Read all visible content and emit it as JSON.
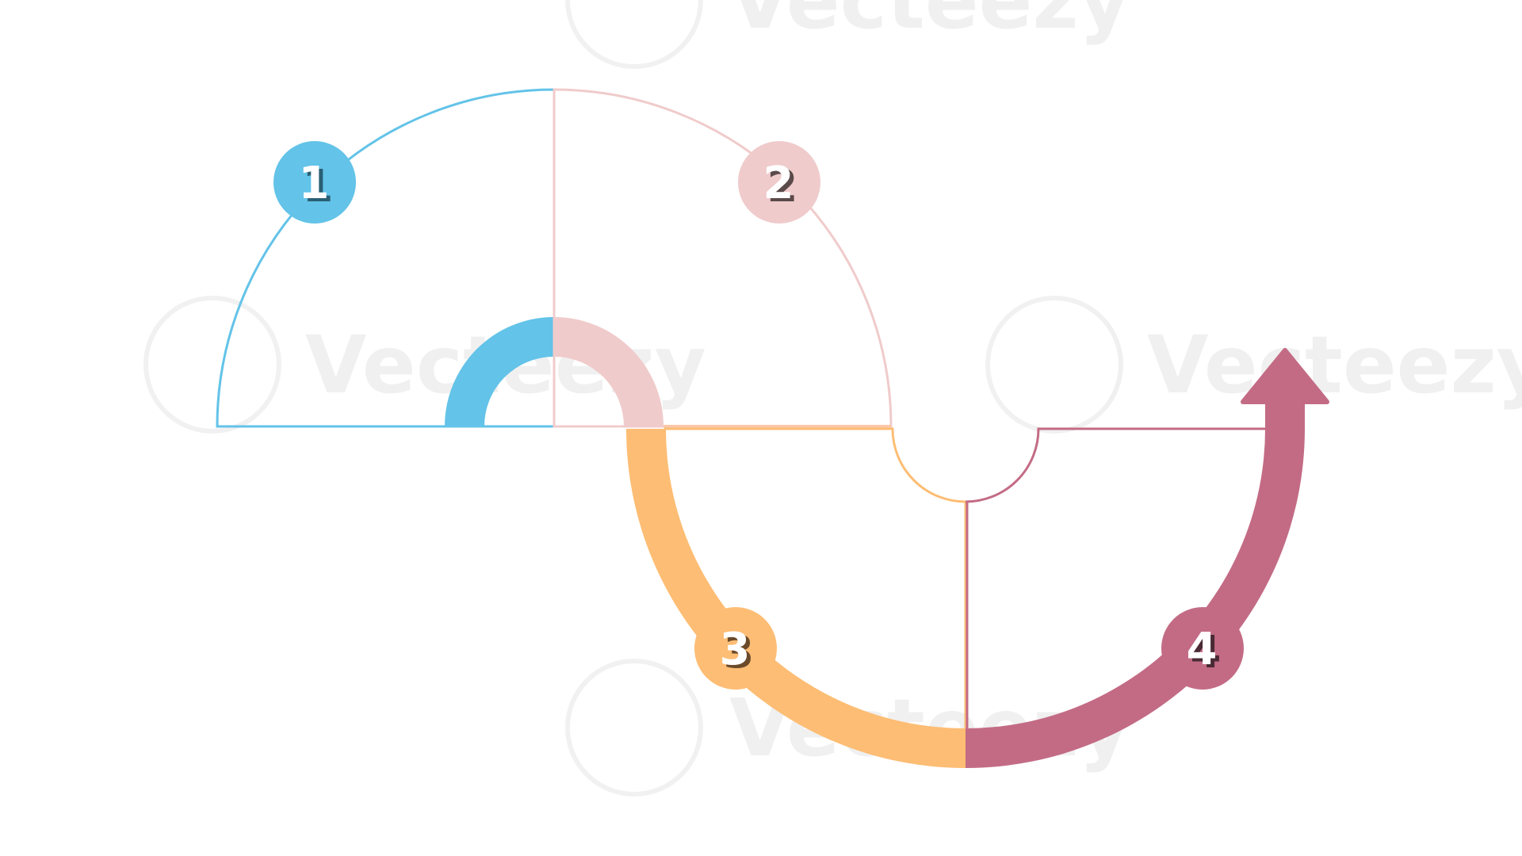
{
  "watermark": {
    "text": "Vecteezy",
    "color": "#c8c8c8"
  },
  "steps": [
    {
      "number": "1",
      "color": "#63c3e8"
    },
    {
      "number": "2",
      "color": "#f0cbcb"
    },
    {
      "number": "3",
      "color": "#fdbd74"
    },
    {
      "number": "4",
      "color": "#c36b85"
    }
  ],
  "number_color": "#ffffff",
  "number_shadow": "#5b4a4a",
  "arrow_icon": "arrow-up-icon"
}
